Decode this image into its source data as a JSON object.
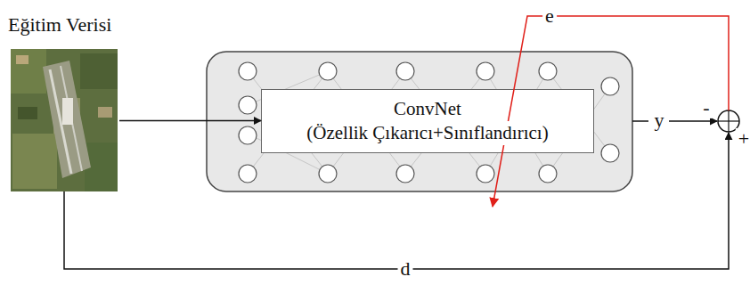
{
  "diagram": {
    "nodes": [
      {
        "text": [
          "Eğitim Verisi"
        ]
      },
      {
        "text": [
          "ConvNet",
          "(Özellik Çıkarıcı+Sınıflandırıcı)"
        ]
      }
    ],
    "edges": [
      {
        "from": 0,
        "to": 1,
        "arrow": "to"
      }
    ],
    "labels": [
      "e",
      "y",
      "-",
      "+",
      "d"
    ]
  }
}
